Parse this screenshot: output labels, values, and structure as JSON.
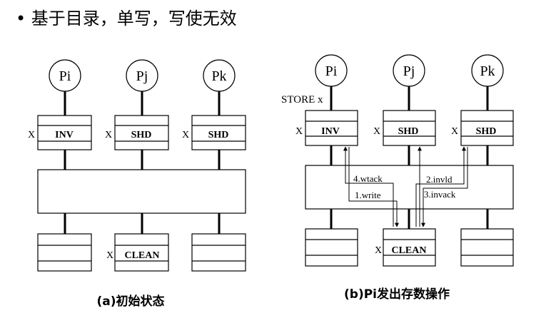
{
  "title": {
    "bullet": "•",
    "text": "基于目录，单写，写使无效"
  },
  "diagram_a": {
    "caption": "(a)初始状态",
    "processors": [
      "Pi",
      "Pj",
      "Pk"
    ],
    "caches": [
      {
        "x": "X",
        "state": "INV"
      },
      {
        "x": "X",
        "state": "SHD"
      },
      {
        "x": "X",
        "state": "SHD"
      }
    ],
    "home": {
      "x": "X",
      "state": "CLEAN"
    }
  },
  "diagram_b": {
    "caption": "(b)Pi发出存数操作",
    "processors": [
      "Pi",
      "Pj",
      "Pk"
    ],
    "store_label": "STORE x",
    "caches": [
      {
        "x": "X",
        "state": "INV"
      },
      {
        "x": "X",
        "state": "SHD"
      },
      {
        "x": "X",
        "state": "SHD"
      }
    ],
    "home": {
      "x": "X",
      "state": "CLEAN"
    },
    "messages": {
      "wtack": "4.wtack",
      "write": "1.write",
      "invld": "2.invld",
      "invack": "3.invack"
    }
  }
}
